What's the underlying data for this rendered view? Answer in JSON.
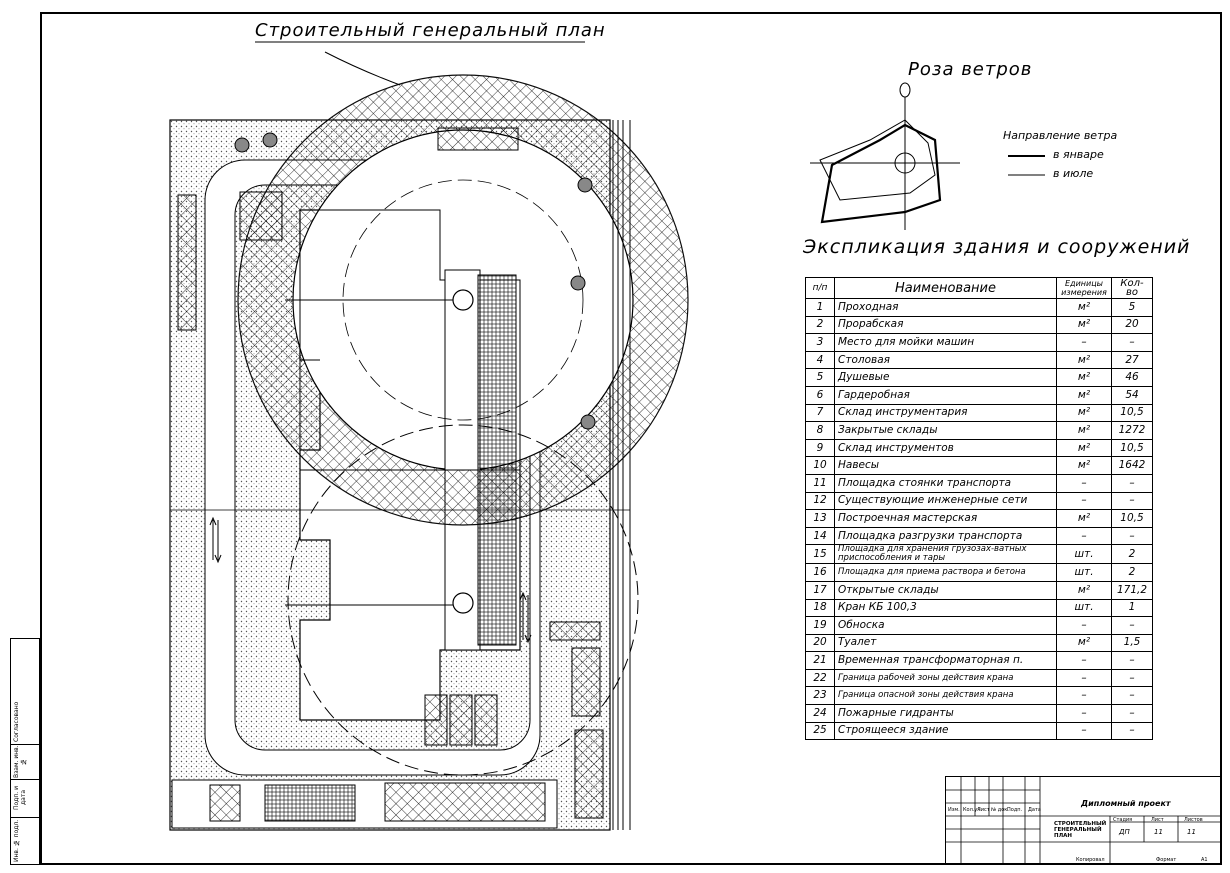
{
  "title": "Строительный генеральный план",
  "wind_rose": {
    "title": "Роза ветров",
    "legend_title": "Направление ветра",
    "january": "в январе",
    "july": "в июле"
  },
  "explication": {
    "title": "Экспликация здания и сооружений",
    "headers": {
      "num": "п/п",
      "name": "Наименование",
      "unit": "Единицы измерения",
      "qty": "Кол-во"
    },
    "rows": [
      {
        "num": "1",
        "name": "Проходная",
        "unit": "м²",
        "qty": "5"
      },
      {
        "num": "2",
        "name": "Прорабская",
        "unit": "м²",
        "qty": "20"
      },
      {
        "num": "3",
        "name": "Место для мойки машин",
        "unit": "–",
        "qty": "–"
      },
      {
        "num": "4",
        "name": "Столовая",
        "unit": "м²",
        "qty": "27"
      },
      {
        "num": "5",
        "name": "Душевые",
        "unit": "м²",
        "qty": "46"
      },
      {
        "num": "6",
        "name": "Гардеробная",
        "unit": "м²",
        "qty": "54"
      },
      {
        "num": "7",
        "name": "Склад инструментария",
        "unit": "м²",
        "qty": "10,5"
      },
      {
        "num": "8",
        "name": "Закрытые склады",
        "unit": "м²",
        "qty": "1272"
      },
      {
        "num": "9",
        "name": "Склад инструментов",
        "unit": "м²",
        "qty": "10,5"
      },
      {
        "num": "10",
        "name": "Навесы",
        "unit": "м²",
        "qty": "1642"
      },
      {
        "num": "11",
        "name": "Площадка стоянки транспорта",
        "unit": "–",
        "qty": "–"
      },
      {
        "num": "12",
        "name": "Существующие инженерные сети",
        "unit": "–",
        "qty": "–"
      },
      {
        "num": "13",
        "name": "Построечная мастерская",
        "unit": "м²",
        "qty": "10,5"
      },
      {
        "num": "14",
        "name": "Площадка разгрузки транспорта",
        "unit": "–",
        "qty": "–"
      },
      {
        "num": "15",
        "name": "Площадка для хранения грузозах-ватных приспособления и тары",
        "unit": "шт.",
        "qty": "2"
      },
      {
        "num": "16",
        "name": "Площадка для приема раствора и бетона",
        "unit": "шт.",
        "qty": "2"
      },
      {
        "num": "17",
        "name": "Открытые склады",
        "unit": "м²",
        "qty": "171,2"
      },
      {
        "num": "18",
        "name": "Кран КБ 100,3",
        "unit": "шт.",
        "qty": "1"
      },
      {
        "num": "19",
        "name": "Обноска",
        "unit": "–",
        "qty": "–"
      },
      {
        "num": "20",
        "name": "Туалет",
        "unit": "м²",
        "qty": "1,5"
      },
      {
        "num": "21",
        "name": "Временная трансформаторная п.",
        "unit": "–",
        "qty": "–"
      },
      {
        "num": "22",
        "name": "Граница рабочей зоны действия крана",
        "unit": "–",
        "qty": "–"
      },
      {
        "num": "23",
        "name": "Граница опасной зоны действия крана",
        "unit": "–",
        "qty": "–"
      },
      {
        "num": "24",
        "name": "Пожарные гидранты",
        "unit": "–",
        "qty": "–"
      },
      {
        "num": "25",
        "name": "Строящееся здание",
        "unit": "–",
        "qty": "–"
      }
    ]
  },
  "stamp": {
    "project": "Дипломный проект",
    "sheet_title": "СТРОИТЕЛЬНЫЙ ГЕНЕРАЛЬНЫЙ ПЛАН",
    "stage_label": "Стадия",
    "sheet_label": "Лист",
    "sheets_label": "Листов",
    "stage": "ДП",
    "sheet": "11",
    "sheets": "11",
    "copied": "Копировал",
    "format_label": "Формат",
    "format": "А1",
    "col_labels": [
      "Изм.",
      "Кол.уч",
      "Лист",
      "№ док.",
      "Подп.",
      "Дата"
    ]
  },
  "side_labels": [
    "Согласовано",
    "Взам. инв. №",
    "Подп. и дата",
    "Инв. № подл."
  ]
}
